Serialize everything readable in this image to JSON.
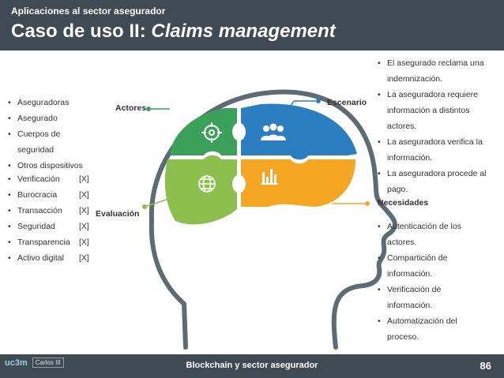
{
  "header": {
    "subtitle": "Aplicaciones al sector asegurador",
    "title_prefix": "Caso de uso II: ",
    "title_emph": "Claims management"
  },
  "labels": {
    "actores": "Actores",
    "escenario": "Escenario",
    "evaluacion": "Evaluación",
    "necesidades": "Necesidades"
  },
  "actores_list": [
    "Aseguradoras",
    "Asegurado",
    "Cuerpos de seguridad",
    "Otros dispositivos"
  ],
  "escenario_list": [
    "El asegurado reclama una indemnización.",
    "La aseguradora requiere información a distintos actores.",
    "La aseguradora verifica la información.",
    "La aseguradora procede al pago."
  ],
  "evaluacion_list": [
    {
      "name": "Verificación",
      "mark": "[X]"
    },
    {
      "name": "Burocracia",
      "mark": "[X]"
    },
    {
      "name": "Transacción",
      "mark": "[X]"
    },
    {
      "name": "Seguridad",
      "mark": "[X]"
    },
    {
      "name": "Transparencia",
      "mark": "[X]"
    },
    {
      "name": "Activo digital",
      "mark": "[X]"
    }
  ],
  "necesidades_list": [
    "Autenticación de los actores.",
    "Compartición de información.",
    "Verificación de información.",
    "Automatización del proceso."
  ],
  "footer": {
    "logo_left": "uc3m",
    "logo_right": "Carlos III",
    "center": "Blockchain y sector asegurador",
    "page": "86"
  },
  "icons": [
    "target-icon",
    "people-icon",
    "globe-icon",
    "bar-chart-icon"
  ],
  "colors": {
    "header_bg": "#3f4a52",
    "green_dark": "#3aa05a",
    "green_light": "#8cbf4d",
    "blue": "#2b7fc1",
    "orange": "#f5a623",
    "head_outline": "#5e6b73",
    "connector_green": "#3aa05a",
    "connector_blue": "#2b7fc1",
    "connector_orange": "#f5a623"
  }
}
